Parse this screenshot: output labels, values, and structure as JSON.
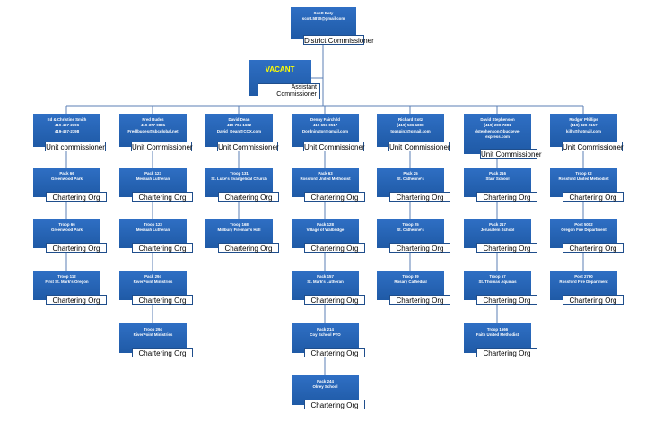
{
  "top": {
    "name": "Scott Baty",
    "email": "scott.5870@gmail.com",
    "role": "District Commissioner"
  },
  "vacant": {
    "title": "VACANT",
    "role_line1": "Assistant",
    "role_line2": "Commissioner"
  },
  "columns": [
    {
      "head": {
        "lines": [
          "Ed & Christine Smith",
          "419-467-2396",
          "419-467-2398"
        ],
        "role": "Unit commissioner"
      },
      "units": [
        {
          "lines": [
            "Pack 66",
            "Greenwood Park"
          ],
          "role": "Chartering Org"
        },
        {
          "lines": [
            "Troop 66",
            "Greenwood Park"
          ],
          "role": "Chartering Org"
        },
        {
          "lines": [
            "Troop 112",
            "First St. Mark's Oregon"
          ],
          "role": "Chartering Org"
        }
      ]
    },
    {
      "head": {
        "lines": [
          "Fred Rudes",
          "419-377-9831",
          "Fredlbudes@sbcglobal.net"
        ],
        "role": "Unit Commissioner"
      },
      "units": [
        {
          "lines": [
            "Pack 123",
            "Messiah Lutheran"
          ],
          "role": "Chartering Org"
        },
        {
          "lines": [
            "Troop 123",
            "Messiah Lutheran"
          ],
          "role": "Chartering Org"
        },
        {
          "lines": [
            "Pack 294",
            "RiverPoint Ministries"
          ],
          "role": "Chartering Org"
        },
        {
          "lines": [
            "Troop 294",
            "RiverPoint Ministries"
          ],
          "role": "Chartering Org"
        }
      ]
    },
    {
      "head": {
        "lines": [
          "David Dean",
          "419-704-1602",
          "David_Dean@COX.com"
        ],
        "role": "Unit Commissioner"
      },
      "units": [
        {
          "lines": [
            "Troop 131",
            "St. Luke's Evangelical Church"
          ],
          "role": "Chartering Org"
        },
        {
          "lines": [
            "Troop 168",
            "Millbury Fireman's Hall"
          ],
          "role": "Chartering Org"
        }
      ]
    },
    {
      "head": {
        "lines": [
          "Denny Fairchild",
          "419-693-0517",
          "Dordninator@gmail.com"
        ],
        "role": "Unit Commissioner"
      },
      "units": [
        {
          "lines": [
            "Pack 63",
            "Rossford United Methodist"
          ],
          "role": "Chartering Org"
        },
        {
          "lines": [
            "Pack 128",
            "Village of Walbridge"
          ],
          "role": "Chartering Org"
        },
        {
          "lines": [
            "Pack 157",
            "St. Mark's Lutheran"
          ],
          "role": "Chartering Org"
        },
        {
          "lines": [
            "Pack 214",
            "Coy School PTO"
          ],
          "role": "Chartering Org"
        },
        {
          "lines": [
            "Pack 244",
            "Olney School"
          ],
          "role": "Chartering Org"
        }
      ]
    },
    {
      "head": {
        "lines": [
          "Richard Kotz",
          "(419) 536-1808",
          "topspin3@gmail.com"
        ],
        "role": "Unit Commissioner"
      },
      "units": [
        {
          "lines": [
            "Pack 25",
            "St. Catherine's"
          ],
          "role": "Chartering Org"
        },
        {
          "lines": [
            "Troop 25",
            "St. Catherine's"
          ],
          "role": "Chartering Org"
        },
        {
          "lines": [
            "Troop 39",
            "Rosary Cathedral"
          ],
          "role": "Chartering Org"
        }
      ]
    },
    {
      "head": {
        "lines": [
          "David Stephenson",
          "(419) 290-7381",
          "dstephenson@buckeye-",
          "express.com"
        ],
        "role": "Unit Commissioner"
      },
      "units": [
        {
          "lines": [
            "Pack 216",
            "Starr School"
          ],
          "role": "Chartering Org"
        },
        {
          "lines": [
            "Pack 217",
            "Jerusalem School"
          ],
          "role": "Chartering Org"
        },
        {
          "lines": [
            "Troop 57",
            "St. Thomas Aquinas"
          ],
          "role": "Chartering Org"
        },
        {
          "lines": [
            "Troop 1666",
            "Faith United Methodist"
          ],
          "role": "Chartering Org"
        }
      ]
    },
    {
      "head": {
        "lines": [
          "Rodger Phillips",
          "(419) 320-2157",
          "kjlln@hotmail.com"
        ],
        "role": "Unit Commissioner"
      },
      "units": [
        {
          "lines": [
            "Troop 62",
            "Rossford United Methodist"
          ],
          "role": "Chartering Org"
        },
        {
          "lines": [
            "Post 5002",
            "Oregon Fire Department"
          ],
          "role": "Chartering Org"
        },
        {
          "lines": [
            "Post 2790",
            "Rossford Fire Department"
          ],
          "role": "Chartering Org"
        }
      ]
    }
  ]
}
